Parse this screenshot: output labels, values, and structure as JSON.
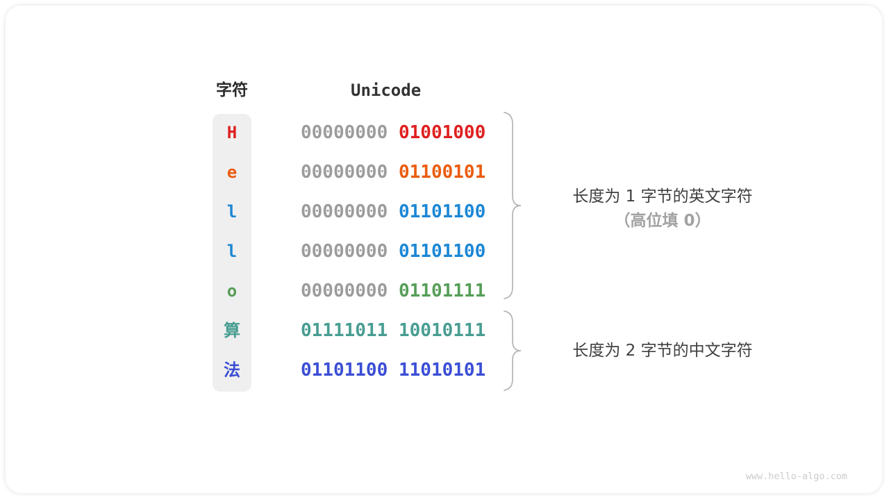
{
  "table": {
    "char_header": "字符",
    "unicode_header": "Unicode",
    "rows": [
      {
        "char": "H",
        "byte1": "00000000",
        "byte2": "01001000",
        "char_color": "#df2020",
        "byte1_color": "#9c9c9c",
        "byte2_color": "#df2020"
      },
      {
        "char": "e",
        "byte1": "00000000",
        "byte2": "01100101",
        "char_color": "#ea5c0f",
        "byte1_color": "#9c9c9c",
        "byte2_color": "#ea5c0f"
      },
      {
        "char": "l",
        "byte1": "00000000",
        "byte2": "01101100",
        "char_color": "#1c87d5",
        "byte1_color": "#9c9c9c",
        "byte2_color": "#1c87d5"
      },
      {
        "char": "l",
        "byte1": "00000000",
        "byte2": "01101100",
        "char_color": "#1c87d5",
        "byte1_color": "#9c9c9c",
        "byte2_color": "#1c87d5"
      },
      {
        "char": "o",
        "byte1": "00000000",
        "byte2": "01101111",
        "char_color": "#569e58",
        "byte1_color": "#9c9c9c",
        "byte2_color": "#569e58"
      },
      {
        "char": "算",
        "byte1": "01111011",
        "byte2": "10010111",
        "char_color": "#489d91",
        "byte1_color": "#489d91",
        "byte2_color": "#489d91"
      },
      {
        "char": "法",
        "byte1": "01101100",
        "byte2": "11010101",
        "char_color": "#3b4ed4",
        "byte1_color": "#3b4ed4",
        "byte2_color": "#3b4ed4"
      }
    ]
  },
  "annotations": {
    "english_group_line1": "长度为 1 字节的英文字符",
    "english_group_line2": "（高位填 0）",
    "chinese_group_line1": "长度为 2 字节的中文字符"
  },
  "watermark": "www.hello-algo.com",
  "colors": {
    "band_background": "#efefef",
    "header_text": "#2a2a2a",
    "gray_byte": "#9c9c9c",
    "annotation_dark": "#404040",
    "annotation_gray": "#a2a2a2",
    "brace_stroke": "#b4b4b4",
    "watermark_gray": "#cbcbcb"
  }
}
